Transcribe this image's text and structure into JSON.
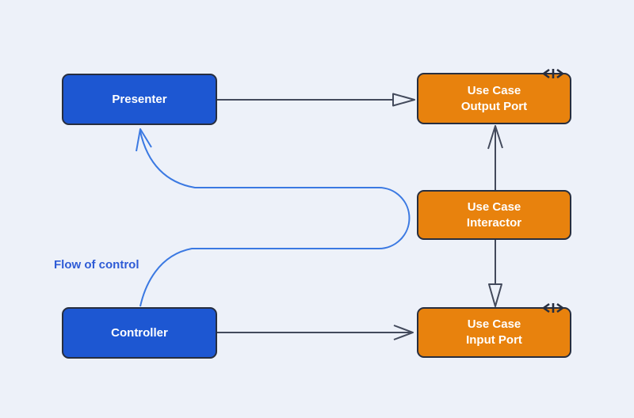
{
  "diagram": {
    "type": "architecture-flow-diagram",
    "nodes": {
      "presenter": {
        "label": "Presenter"
      },
      "controller": {
        "label": "Controller"
      },
      "output_port": {
        "line1": "Use Case",
        "line2": "Output Port",
        "icon": "interface-code-icon"
      },
      "interactor": {
        "line1": "Use Case",
        "line2": "Interactor"
      },
      "input_port": {
        "line1": "Use Case",
        "line2": "Input Port",
        "icon": "interface-code-icon"
      }
    },
    "annotations": {
      "flow_label": "Flow of control"
    },
    "edges": [
      {
        "from": "presenter",
        "to": "output_port",
        "arrowhead": "hollow-triangle",
        "style": "straight"
      },
      {
        "from": "interactor",
        "to": "output_port",
        "arrowhead": "open",
        "style": "straight"
      },
      {
        "from": "interactor",
        "to": "input_port",
        "arrowhead": "hollow-triangle",
        "style": "straight"
      },
      {
        "from": "controller",
        "to": "input_port",
        "arrowhead": "open",
        "style": "straight"
      },
      {
        "from": "controller",
        "to": "presenter",
        "arrowhead": "open",
        "style": "curved",
        "meaning": "flow of control"
      }
    ],
    "colors": {
      "background": "#edf1f9",
      "blue_node": "#1d57d2",
      "orange_node": "#e8820d",
      "node_border": "#272e3f",
      "arrow": "#434a5c",
      "flow_curve": "#3b79e2",
      "flow_label_text": "#2e5bd6",
      "node_text": "#ffffff"
    }
  }
}
